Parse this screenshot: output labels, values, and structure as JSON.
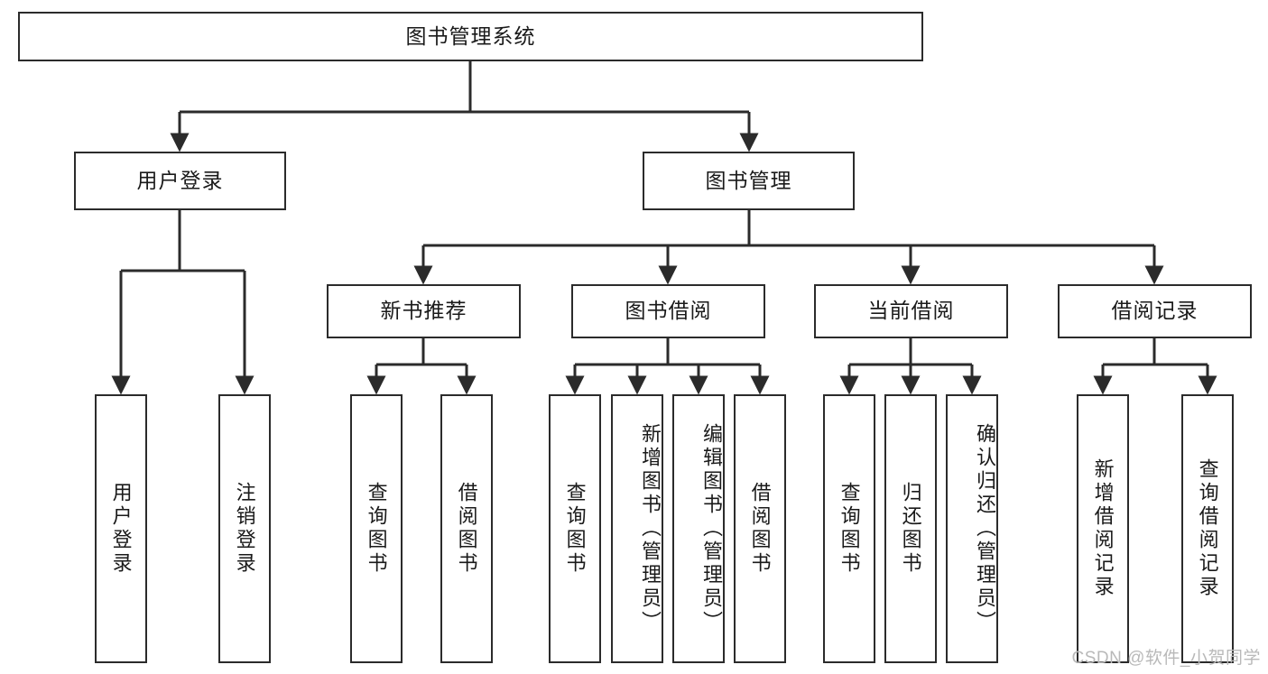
{
  "diagram": {
    "type": "tree-hierarchy",
    "title": "图书管理系统",
    "watermark": "CSDN @软件_小贺同学",
    "colors": {
      "node_border": "#2b2b2b",
      "node_fill": "#ffffff",
      "edge": "#2b2b2b",
      "text": "#1a1a1a",
      "watermark": "#b9b9b9",
      "background": "#ffffff"
    },
    "nodes": {
      "root": {
        "label": "图书管理系统",
        "level": 0,
        "orientation": "horizontal"
      },
      "level2": [
        {
          "id": "user-login",
          "label": "用户登录",
          "orientation": "horizontal"
        },
        {
          "id": "book-management",
          "label": "图书管理",
          "orientation": "horizontal"
        }
      ],
      "level3": [
        {
          "id": "new-book-recommend",
          "label": "新书推荐",
          "orientation": "horizontal",
          "parent": "book-management"
        },
        {
          "id": "book-borrow",
          "label": "图书借阅",
          "orientation": "horizontal",
          "parent": "book-management"
        },
        {
          "id": "current-borrow",
          "label": "当前借阅",
          "orientation": "horizontal",
          "parent": "book-management"
        },
        {
          "id": "borrow-record",
          "label": "借阅记录",
          "orientation": "horizontal",
          "parent": "book-management"
        }
      ],
      "leaves": [
        {
          "id": "leaf-user-login",
          "label": "用户登录",
          "parent": "user-login",
          "orientation": "vertical"
        },
        {
          "id": "leaf-user-logout",
          "label": "注销登录",
          "parent": "user-login",
          "orientation": "vertical"
        },
        {
          "id": "leaf-query-book-1",
          "label": "查询图书",
          "parent": "new-book-recommend",
          "orientation": "vertical"
        },
        {
          "id": "leaf-borrow-book-1",
          "label": "借阅图书",
          "parent": "new-book-recommend",
          "orientation": "vertical"
        },
        {
          "id": "leaf-query-book-2",
          "label": "查询图书",
          "parent": "book-borrow",
          "orientation": "vertical"
        },
        {
          "id": "leaf-add-book",
          "label": "新增图书（管理员）",
          "parent": "book-borrow",
          "orientation": "vertical"
        },
        {
          "id": "leaf-edit-book",
          "label": "编辑图书（管理员）",
          "parent": "book-borrow",
          "orientation": "vertical"
        },
        {
          "id": "leaf-borrow-book-2",
          "label": "借阅图书",
          "parent": "book-borrow",
          "orientation": "vertical"
        },
        {
          "id": "leaf-query-book-3",
          "label": "查询图书",
          "parent": "current-borrow",
          "orientation": "vertical"
        },
        {
          "id": "leaf-return-book",
          "label": "归还图书",
          "parent": "current-borrow",
          "orientation": "vertical"
        },
        {
          "id": "leaf-confirm-return",
          "label": "确认归还（管理员）",
          "parent": "current-borrow",
          "orientation": "vertical"
        },
        {
          "id": "leaf-add-record",
          "label": "新增借阅记录",
          "parent": "borrow-record",
          "orientation": "vertical"
        },
        {
          "id": "leaf-query-record",
          "label": "查询借阅记录",
          "parent": "borrow-record",
          "orientation": "vertical"
        }
      ]
    }
  }
}
